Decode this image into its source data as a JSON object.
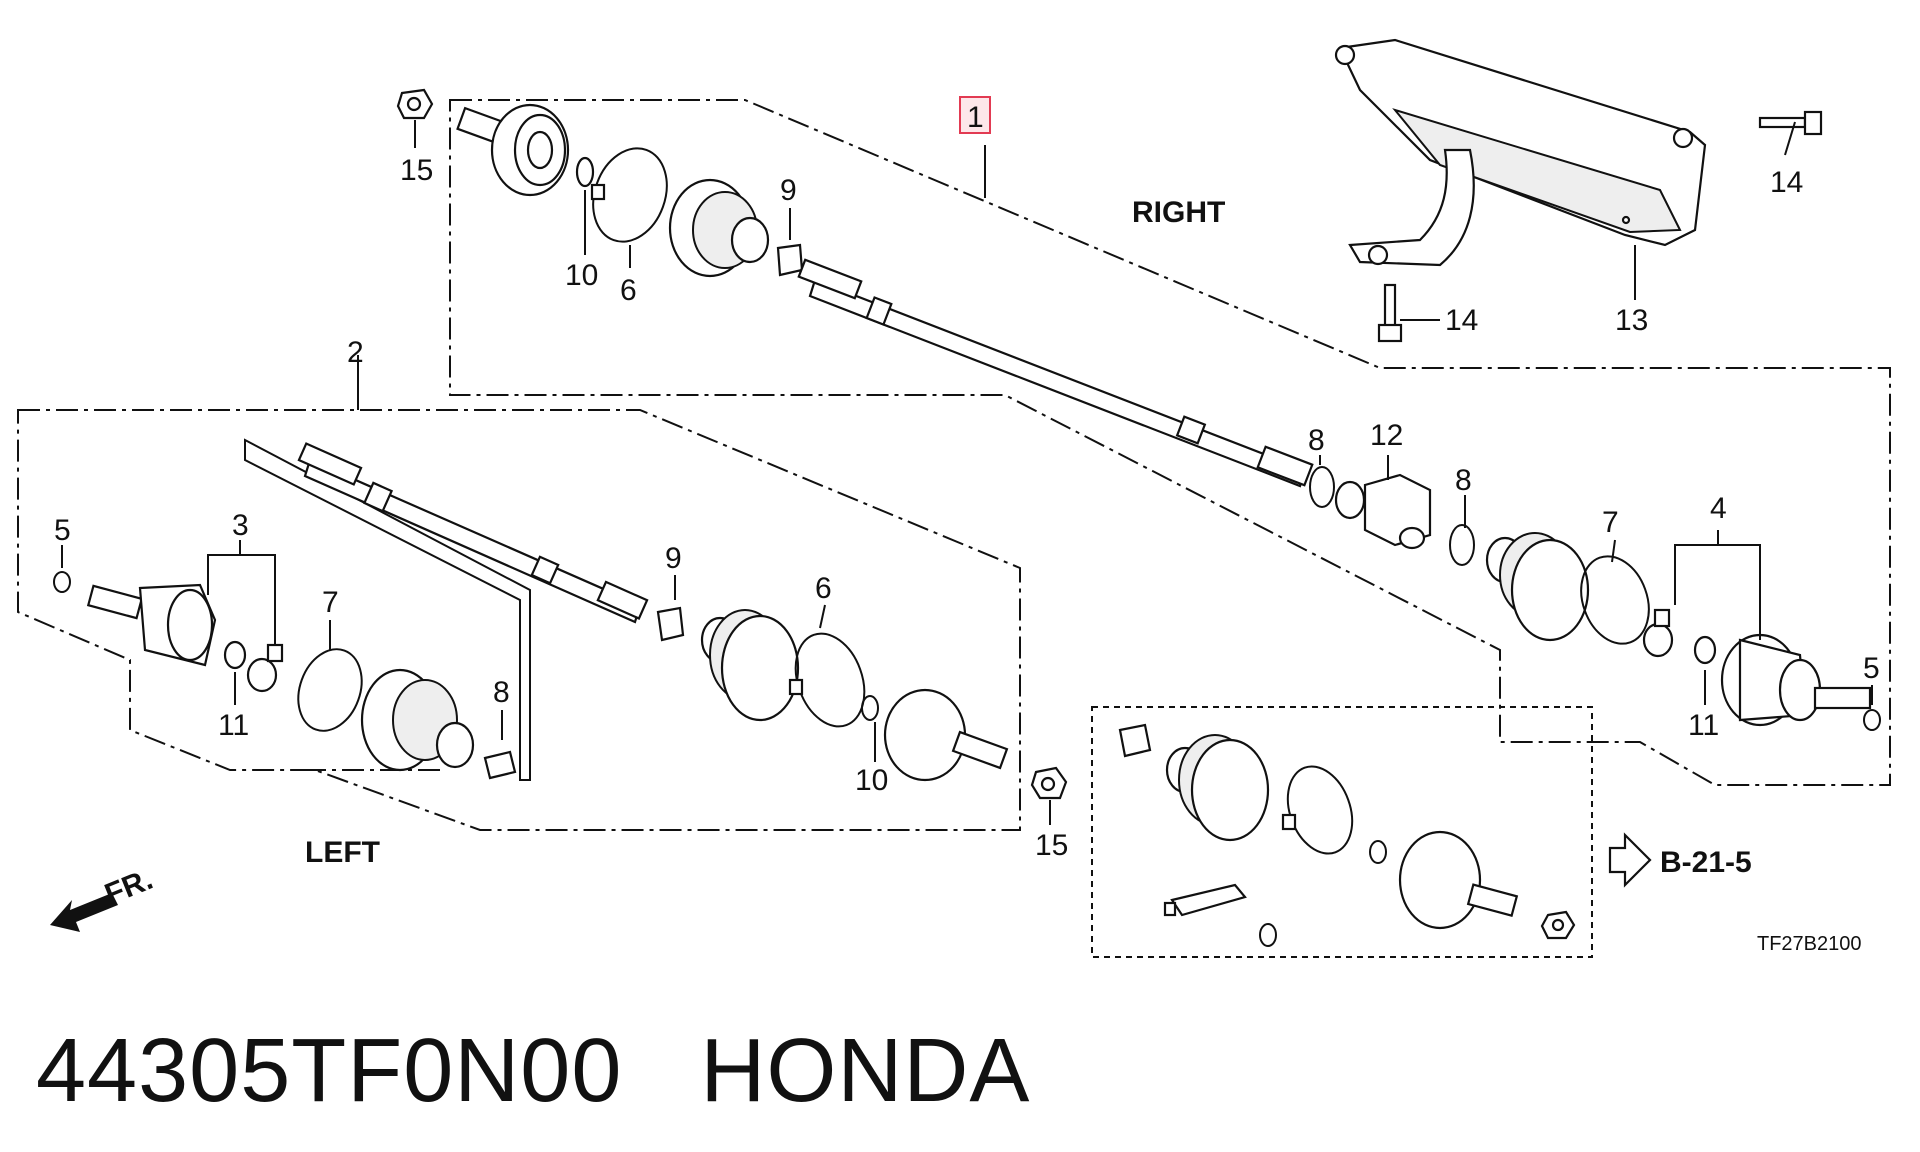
{
  "diagram": {
    "callouts": {
      "c1": "1",
      "c2": "2",
      "c3": "3",
      "c4": "4",
      "c5_left": "5",
      "c5_right": "5",
      "c6_top": "6",
      "c6_mid": "6",
      "c7_left": "7",
      "c7_right": "7",
      "c8_left": "8",
      "c8_mid": "8",
      "c8_right": "8",
      "c9_top": "9",
      "c9_mid": "9",
      "c10_top": "10",
      "c10_mid": "10",
      "c11_left": "11",
      "c11_right": "11",
      "c12": "12",
      "c13": "13",
      "c14_top": "14",
      "c14_bot": "14",
      "c15_top": "15",
      "c15_bot": "15"
    },
    "side_right": "RIGHT",
    "side_left": "LEFT",
    "front_marker": "FR.",
    "reference": "B-21-5",
    "diagram_code": "TF27B2100",
    "highlight_color": "#e23a52"
  },
  "caption": {
    "part_number": "44305TF0N00",
    "brand": "HONDA"
  }
}
